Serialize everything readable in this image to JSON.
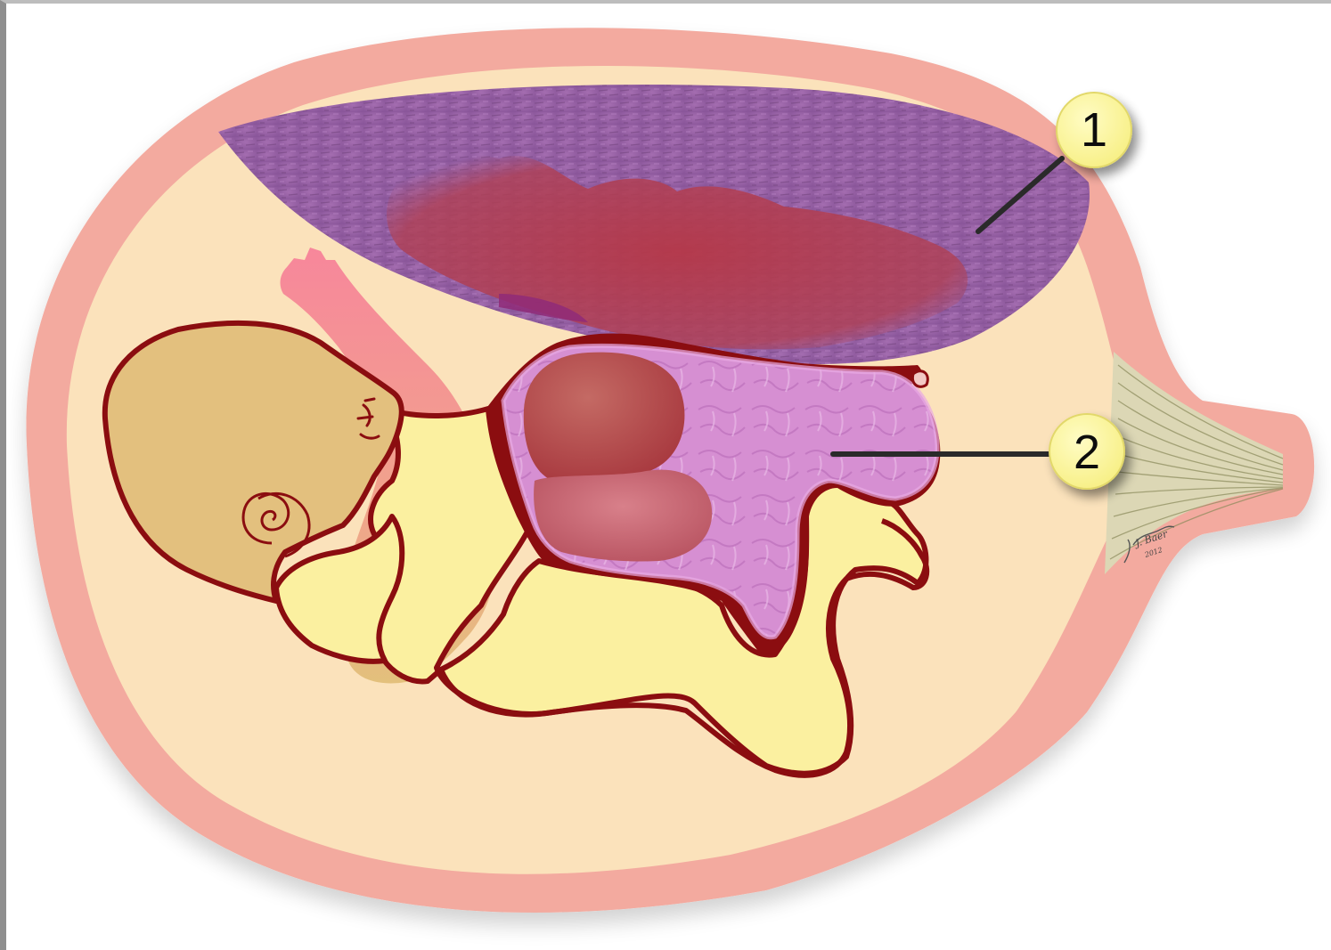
{
  "diagram": {
    "callouts": [
      {
        "id": "1",
        "label": "1"
      },
      {
        "id": "2",
        "label": "2"
      }
    ],
    "signature": "Jane Baer",
    "signature_year": "2012"
  },
  "colors": {
    "uterine_wall": "#f3aa9f",
    "amniotic_fluid": "#fbe2bb",
    "placenta": "#9a63a6",
    "hemorrhage": "#b23a4c",
    "fetal_head": "#e3c07e",
    "fetal_outline": "#8b0d10",
    "fetal_body": "#fbf0a0",
    "arm": "#f0889a",
    "liver": "#b8504f",
    "intestine": "#d48ad0",
    "cervix": "#d8d2ad",
    "callout_fill": "#fcf7a2"
  }
}
